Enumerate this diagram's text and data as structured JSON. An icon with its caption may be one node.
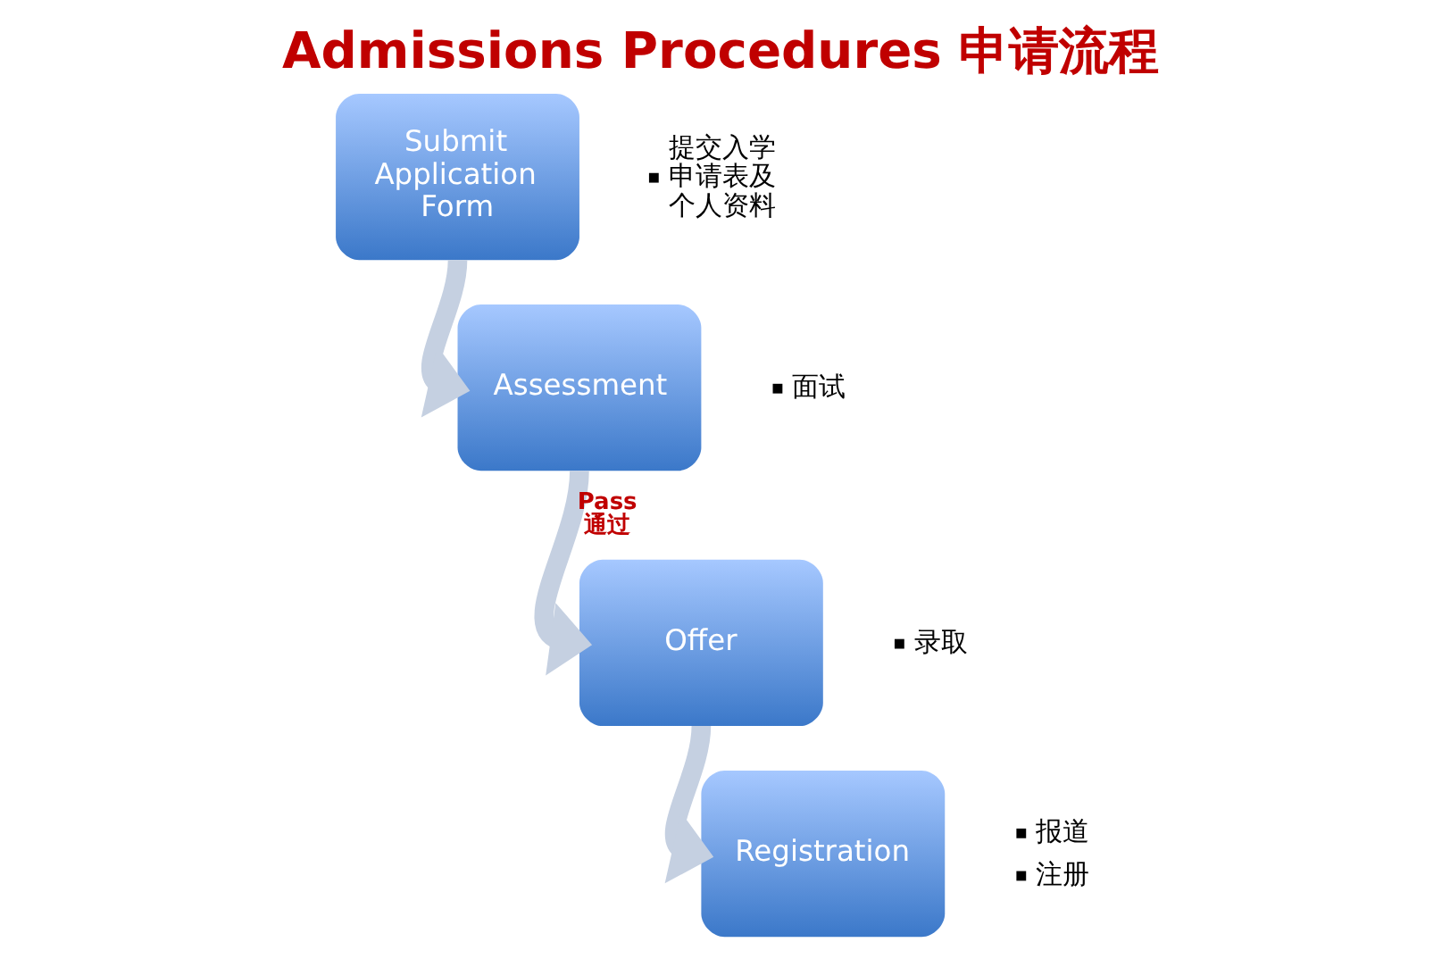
{
  "diagram": {
    "title": "Admissions Procedures 申请流程",
    "nodes": [
      {
        "text": [
          "Submit Application Form"
        ],
        "beside": [
          "提交入学申请表及个人资料"
        ]
      },
      {
        "text": [
          "Assessment"
        ],
        "beside": [
          "面试"
        ]
      },
      {
        "text": [
          "Offer"
        ],
        "beside": [
          "录取"
        ]
      },
      {
        "text": [
          "Registration"
        ],
        "beside": [
          "报道",
          "注册"
        ]
      }
    ],
    "edges": [
      {
        "from": 0,
        "to": 1,
        "arrow": "to"
      },
      {
        "from": 1,
        "to": 2,
        "arrow": "to",
        "label": "Pass 通过"
      },
      {
        "from": 2,
        "to": 3,
        "arrow": "to"
      }
    ]
  }
}
